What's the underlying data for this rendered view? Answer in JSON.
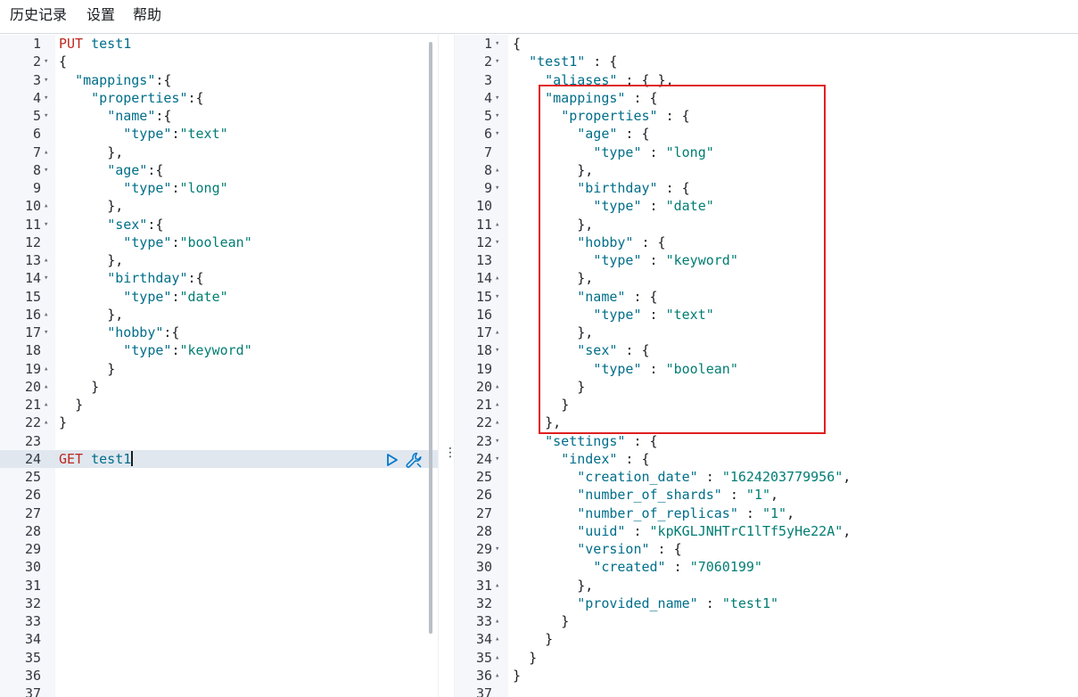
{
  "menu": {
    "history": "历史记录",
    "settings": "设置",
    "help": "帮助"
  },
  "request_lines": [
    {
      "n": "1",
      "fold": "",
      "text": [
        [
          "m",
          "PUT"
        ],
        [
          "n",
          " "
        ],
        [
          "k",
          "test1"
        ]
      ]
    },
    {
      "n": "2",
      "fold": "▾",
      "text": [
        [
          "g",
          "{"
        ]
      ]
    },
    {
      "n": "3",
      "fold": "▾",
      "text": [
        [
          "n",
          "  "
        ],
        [
          "k",
          "\"mappings\""
        ],
        [
          "g",
          ":{"
        ]
      ]
    },
    {
      "n": "4",
      "fold": "▾",
      "text": [
        [
          "n",
          "    "
        ],
        [
          "k",
          "\"properties\""
        ],
        [
          "g",
          ":{"
        ]
      ]
    },
    {
      "n": "5",
      "fold": "▾",
      "text": [
        [
          "n",
          "      "
        ],
        [
          "k",
          "\"name\""
        ],
        [
          "g",
          ":{"
        ]
      ]
    },
    {
      "n": "6",
      "fold": "",
      "text": [
        [
          "n",
          "        "
        ],
        [
          "k",
          "\"type\""
        ],
        [
          "g",
          ":"
        ],
        [
          "s",
          "\"text\""
        ]
      ]
    },
    {
      "n": "7",
      "fold": "▴",
      "text": [
        [
          "n",
          "      "
        ],
        [
          "g",
          "},"
        ]
      ]
    },
    {
      "n": "8",
      "fold": "▾",
      "text": [
        [
          "n",
          "      "
        ],
        [
          "k",
          "\"age\""
        ],
        [
          "g",
          ":{"
        ]
      ]
    },
    {
      "n": "9",
      "fold": "",
      "text": [
        [
          "n",
          "        "
        ],
        [
          "k",
          "\"type\""
        ],
        [
          "g",
          ":"
        ],
        [
          "s",
          "\"long\""
        ]
      ]
    },
    {
      "n": "10",
      "fold": "▴",
      "text": [
        [
          "n",
          "      "
        ],
        [
          "g",
          "},"
        ]
      ]
    },
    {
      "n": "11",
      "fold": "▾",
      "text": [
        [
          "n",
          "      "
        ],
        [
          "k",
          "\"sex\""
        ],
        [
          "g",
          ":{"
        ]
      ]
    },
    {
      "n": "12",
      "fold": "",
      "text": [
        [
          "n",
          "        "
        ],
        [
          "k",
          "\"type\""
        ],
        [
          "g",
          ":"
        ],
        [
          "s",
          "\"boolean\""
        ]
      ]
    },
    {
      "n": "13",
      "fold": "▴",
      "text": [
        [
          "n",
          "      "
        ],
        [
          "g",
          "},"
        ]
      ]
    },
    {
      "n": "14",
      "fold": "▾",
      "text": [
        [
          "n",
          "      "
        ],
        [
          "k",
          "\"birthday\""
        ],
        [
          "g",
          ":{"
        ]
      ]
    },
    {
      "n": "15",
      "fold": "",
      "text": [
        [
          "n",
          "        "
        ],
        [
          "k",
          "\"type\""
        ],
        [
          "g",
          ":"
        ],
        [
          "s",
          "\"date\""
        ]
      ]
    },
    {
      "n": "16",
      "fold": "▴",
      "text": [
        [
          "n",
          "      "
        ],
        [
          "g",
          "},"
        ]
      ]
    },
    {
      "n": "17",
      "fold": "▾",
      "text": [
        [
          "n",
          "      "
        ],
        [
          "k",
          "\"hobby\""
        ],
        [
          "g",
          ":{"
        ]
      ]
    },
    {
      "n": "18",
      "fold": "",
      "text": [
        [
          "n",
          "        "
        ],
        [
          "k",
          "\"type\""
        ],
        [
          "g",
          ":"
        ],
        [
          "s",
          "\"keyword\""
        ]
      ]
    },
    {
      "n": "19",
      "fold": "▴",
      "text": [
        [
          "n",
          "      "
        ],
        [
          "g",
          "}"
        ]
      ]
    },
    {
      "n": "20",
      "fold": "▴",
      "text": [
        [
          "n",
          "    "
        ],
        [
          "g",
          "}"
        ]
      ]
    },
    {
      "n": "21",
      "fold": "▴",
      "text": [
        [
          "n",
          "  "
        ],
        [
          "g",
          "}"
        ]
      ]
    },
    {
      "n": "22",
      "fold": "▴",
      "text": [
        [
          "g",
          "}"
        ]
      ]
    },
    {
      "n": "23",
      "fold": "",
      "text": []
    },
    {
      "n": "24",
      "fold": "",
      "active": true,
      "text": [
        [
          "m",
          "GET"
        ],
        [
          "n",
          " "
        ],
        [
          "k",
          "test1"
        ]
      ]
    },
    {
      "n": "25",
      "fold": "",
      "text": []
    },
    {
      "n": "26",
      "fold": "",
      "text": []
    },
    {
      "n": "27",
      "fold": "",
      "text": []
    },
    {
      "n": "28",
      "fold": "",
      "text": []
    },
    {
      "n": "29",
      "fold": "",
      "text": []
    },
    {
      "n": "30",
      "fold": "",
      "text": []
    },
    {
      "n": "31",
      "fold": "",
      "text": []
    },
    {
      "n": "32",
      "fold": "",
      "text": []
    },
    {
      "n": "33",
      "fold": "",
      "text": []
    },
    {
      "n": "34",
      "fold": "",
      "text": []
    },
    {
      "n": "35",
      "fold": "",
      "text": []
    },
    {
      "n": "36",
      "fold": "",
      "text": []
    },
    {
      "n": "37",
      "fold": "",
      "text": []
    }
  ],
  "response_lines": [
    {
      "n": "1",
      "fold": "▾",
      "text": [
        [
          "g",
          "{"
        ]
      ]
    },
    {
      "n": "2",
      "fold": "▾",
      "text": [
        [
          "n",
          "  "
        ],
        [
          "k",
          "\"test1\""
        ],
        [
          "g",
          " : {"
        ]
      ]
    },
    {
      "n": "3",
      "fold": "",
      "text": [
        [
          "n",
          "    "
        ],
        [
          "k",
          "\"aliases\""
        ],
        [
          "g",
          " : { },"
        ]
      ]
    },
    {
      "n": "4",
      "fold": "▾",
      "text": [
        [
          "n",
          "    "
        ],
        [
          "k",
          "\"mappings\""
        ],
        [
          "g",
          " : {"
        ]
      ]
    },
    {
      "n": "5",
      "fold": "▾",
      "text": [
        [
          "n",
          "      "
        ],
        [
          "k",
          "\"properties\""
        ],
        [
          "g",
          " : {"
        ]
      ]
    },
    {
      "n": "6",
      "fold": "▾",
      "text": [
        [
          "n",
          "        "
        ],
        [
          "k",
          "\"age\""
        ],
        [
          "g",
          " : {"
        ]
      ]
    },
    {
      "n": "7",
      "fold": "",
      "text": [
        [
          "n",
          "          "
        ],
        [
          "k",
          "\"type\""
        ],
        [
          "g",
          " : "
        ],
        [
          "s",
          "\"long\""
        ]
      ]
    },
    {
      "n": "8",
      "fold": "▴",
      "text": [
        [
          "n",
          "        "
        ],
        [
          "g",
          "},"
        ]
      ]
    },
    {
      "n": "9",
      "fold": "▾",
      "text": [
        [
          "n",
          "        "
        ],
        [
          "k",
          "\"birthday\""
        ],
        [
          "g",
          " : {"
        ]
      ]
    },
    {
      "n": "10",
      "fold": "",
      "text": [
        [
          "n",
          "          "
        ],
        [
          "k",
          "\"type\""
        ],
        [
          "g",
          " : "
        ],
        [
          "s",
          "\"date\""
        ]
      ]
    },
    {
      "n": "11",
      "fold": "▴",
      "text": [
        [
          "n",
          "        "
        ],
        [
          "g",
          "},"
        ]
      ]
    },
    {
      "n": "12",
      "fold": "▾",
      "text": [
        [
          "n",
          "        "
        ],
        [
          "k",
          "\"hobby\""
        ],
        [
          "g",
          " : {"
        ]
      ]
    },
    {
      "n": "13",
      "fold": "",
      "text": [
        [
          "n",
          "          "
        ],
        [
          "k",
          "\"type\""
        ],
        [
          "g",
          " : "
        ],
        [
          "s",
          "\"keyword\""
        ]
      ]
    },
    {
      "n": "14",
      "fold": "▴",
      "text": [
        [
          "n",
          "        "
        ],
        [
          "g",
          "},"
        ]
      ]
    },
    {
      "n": "15",
      "fold": "▾",
      "text": [
        [
          "n",
          "        "
        ],
        [
          "k",
          "\"name\""
        ],
        [
          "g",
          " : {"
        ]
      ]
    },
    {
      "n": "16",
      "fold": "",
      "text": [
        [
          "n",
          "          "
        ],
        [
          "k",
          "\"type\""
        ],
        [
          "g",
          " : "
        ],
        [
          "s",
          "\"text\""
        ]
      ]
    },
    {
      "n": "17",
      "fold": "▴",
      "text": [
        [
          "n",
          "        "
        ],
        [
          "g",
          "},"
        ]
      ]
    },
    {
      "n": "18",
      "fold": "▾",
      "text": [
        [
          "n",
          "        "
        ],
        [
          "k",
          "\"sex\""
        ],
        [
          "g",
          " : {"
        ]
      ]
    },
    {
      "n": "19",
      "fold": "",
      "text": [
        [
          "n",
          "          "
        ],
        [
          "k",
          "\"type\""
        ],
        [
          "g",
          " : "
        ],
        [
          "s",
          "\"boolean\""
        ]
      ]
    },
    {
      "n": "20",
      "fold": "▴",
      "text": [
        [
          "n",
          "        "
        ],
        [
          "g",
          "}"
        ]
      ]
    },
    {
      "n": "21",
      "fold": "▴",
      "text": [
        [
          "n",
          "      "
        ],
        [
          "g",
          "}"
        ]
      ]
    },
    {
      "n": "22",
      "fold": "▴",
      "text": [
        [
          "n",
          "    "
        ],
        [
          "g",
          "},"
        ]
      ]
    },
    {
      "n": "23",
      "fold": "▾",
      "text": [
        [
          "n",
          "    "
        ],
        [
          "k",
          "\"settings\""
        ],
        [
          "g",
          " : {"
        ]
      ]
    },
    {
      "n": "24",
      "fold": "▾",
      "text": [
        [
          "n",
          "      "
        ],
        [
          "k",
          "\"index\""
        ],
        [
          "g",
          " : {"
        ]
      ]
    },
    {
      "n": "25",
      "fold": "",
      "text": [
        [
          "n",
          "        "
        ],
        [
          "k",
          "\"creation_date\""
        ],
        [
          "g",
          " : "
        ],
        [
          "s",
          "\"1624203779956\""
        ],
        [
          "g",
          ","
        ]
      ]
    },
    {
      "n": "26",
      "fold": "",
      "text": [
        [
          "n",
          "        "
        ],
        [
          "k",
          "\"number_of_shards\""
        ],
        [
          "g",
          " : "
        ],
        [
          "s",
          "\"1\""
        ],
        [
          "g",
          ","
        ]
      ]
    },
    {
      "n": "27",
      "fold": "",
      "text": [
        [
          "n",
          "        "
        ],
        [
          "k",
          "\"number_of_replicas\""
        ],
        [
          "g",
          " : "
        ],
        [
          "s",
          "\"1\""
        ],
        [
          "g",
          ","
        ]
      ]
    },
    {
      "n": "28",
      "fold": "",
      "text": [
        [
          "n",
          "        "
        ],
        [
          "k",
          "\"uuid\""
        ],
        [
          "g",
          " : "
        ],
        [
          "s",
          "\"kpKGLJNHTrC1lTf5yHe22A\""
        ],
        [
          "g",
          ","
        ]
      ]
    },
    {
      "n": "29",
      "fold": "▾",
      "text": [
        [
          "n",
          "        "
        ],
        [
          "k",
          "\"version\""
        ],
        [
          "g",
          " : {"
        ]
      ]
    },
    {
      "n": "30",
      "fold": "",
      "text": [
        [
          "n",
          "          "
        ],
        [
          "k",
          "\"created\""
        ],
        [
          "g",
          " : "
        ],
        [
          "s",
          "\"7060199\""
        ]
      ]
    },
    {
      "n": "31",
      "fold": "▴",
      "text": [
        [
          "n",
          "        "
        ],
        [
          "g",
          "},"
        ]
      ]
    },
    {
      "n": "32",
      "fold": "",
      "text": [
        [
          "n",
          "        "
        ],
        [
          "k",
          "\"provided_name\""
        ],
        [
          "g",
          " : "
        ],
        [
          "s",
          "\"test1\""
        ]
      ]
    },
    {
      "n": "33",
      "fold": "▴",
      "text": [
        [
          "n",
          "      "
        ],
        [
          "g",
          "}"
        ]
      ]
    },
    {
      "n": "34",
      "fold": "▴",
      "text": [
        [
          "n",
          "    "
        ],
        [
          "g",
          "}"
        ]
      ]
    },
    {
      "n": "35",
      "fold": "▴",
      "text": [
        [
          "n",
          "  "
        ],
        [
          "g",
          "}"
        ]
      ]
    },
    {
      "n": "36",
      "fold": "▴",
      "text": [
        [
          "g",
          "}"
        ]
      ]
    },
    {
      "n": "37",
      "fold": "",
      "text": []
    }
  ],
  "splitter_glyph": "⋮",
  "colors": {
    "highlight": "#e02020",
    "keyword_blue": "#006e8a",
    "string_green": "#017d73",
    "method_red": "#bd271e"
  },
  "icons": {
    "run": "play-triangle-icon",
    "settings": "wrench-icon"
  }
}
